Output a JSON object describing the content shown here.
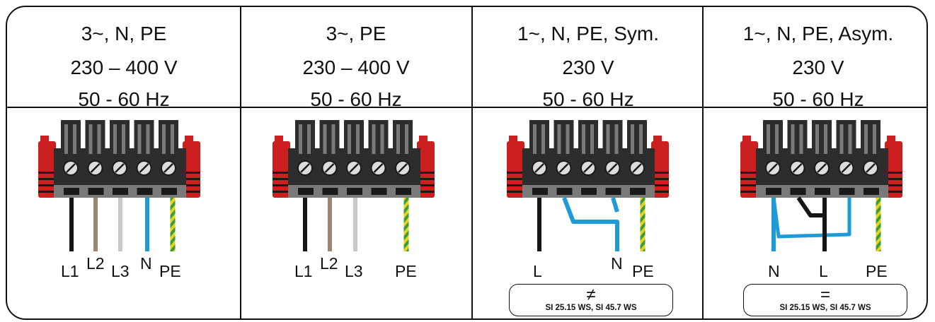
{
  "columns": [
    {
      "id": "col1",
      "spec": [
        "3~, N, PE",
        "230 – 400 V",
        "50 - 60 Hz"
      ],
      "wire_labels": [
        "L1",
        "L2",
        "L3",
        "N",
        "PE"
      ]
    },
    {
      "id": "col2",
      "spec": [
        "3~, PE",
        "230 – 400 V",
        "50 - 60 Hz"
      ],
      "wire_labels": [
        "L1",
        "L2",
        "L3",
        "PE"
      ]
    },
    {
      "id": "col3",
      "spec": [
        "1~, N, PE, Sym.",
        "230 V",
        "50 - 60 Hz"
      ],
      "wire_labels": [
        "L",
        "N",
        "PE"
      ],
      "note": {
        "symbol": "≠",
        "text": "SI 25.15 WS, SI 45.7 WS"
      }
    },
    {
      "id": "col4",
      "spec": [
        "1~, N, PE, Asym.",
        "230 V",
        "50 - 60 Hz"
      ],
      "wire_labels": [
        "N",
        "L",
        "PE"
      ],
      "note": {
        "symbol": "=",
        "text": "SI 25.15 WS, SI 45.7 WS"
      }
    }
  ],
  "colors": {
    "line": "#111111",
    "terminal_body": "#2d2d2d",
    "terminal_light": "#7a7a7a",
    "terminal_dark": "#1a1a1a",
    "clip_red": "#cc1f1f",
    "wire_black": "#151515",
    "wire_brown": "#9a8670",
    "wire_grey": "#c8c8c8",
    "wire_blue": "#1e9ad8",
    "wire_pe_green": "#3a9d3a",
    "wire_pe_yellow": "#e8d21a"
  }
}
